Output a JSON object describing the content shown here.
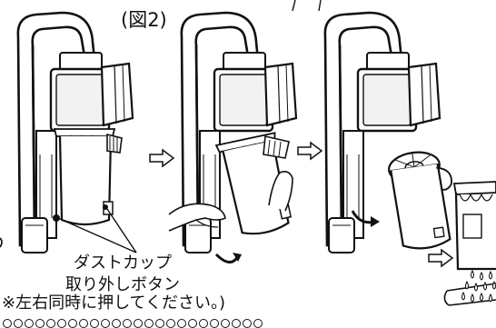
{
  "figure": {
    "label": "(図2)",
    "callout_line1": "ダストカップ",
    "callout_line2": "取り外しボタン",
    "note": "※左右同時に押してください。)"
  },
  "colors": {
    "ink": "#111111",
    "fill": "#ffffff",
    "shade": "#e6e6e6"
  },
  "icons": [
    "arrow-right-outline-icon",
    "curved-arrow-icon",
    "hand-icon",
    "water-drops-icon"
  ]
}
